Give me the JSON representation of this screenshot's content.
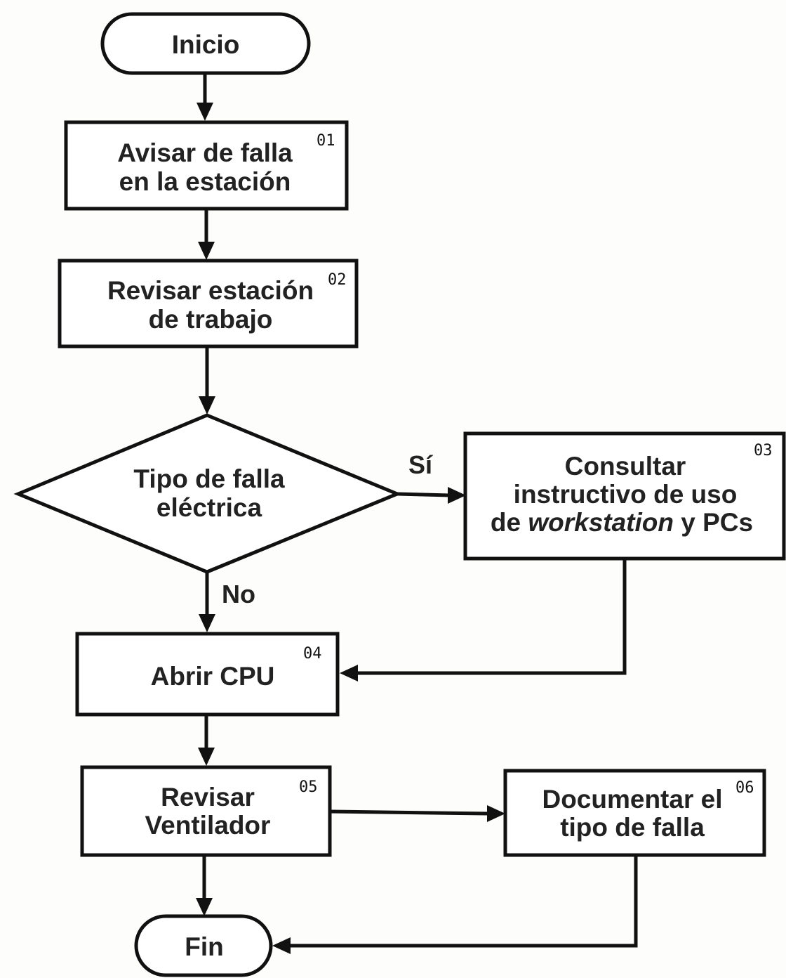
{
  "diagram": {
    "start": {
      "label": "Inicio"
    },
    "end": {
      "label": "Fin"
    },
    "steps": [
      {
        "id": "01",
        "lines": [
          "Avisar de falla",
          "en la estación"
        ]
      },
      {
        "id": "02",
        "lines": [
          "Revisar estación",
          "de trabajo"
        ]
      },
      {
        "id": "03",
        "lines": [
          "Consultar",
          "instructivo de uso"
        ],
        "line3": {
          "pre": "de ",
          "italic": "workstation",
          "post": " y PCs"
        }
      },
      {
        "id": "04",
        "lines": [
          "Abrir CPU"
        ]
      },
      {
        "id": "05",
        "lines": [
          "Revisar",
          "Ventilador"
        ]
      },
      {
        "id": "06",
        "lines": [
          "Documentar el",
          "tipo de falla"
        ]
      }
    ],
    "decision": {
      "lines": [
        "Tipo de falla",
        "eléctrica"
      ],
      "yes_label": "Sí",
      "no_label": "No"
    }
  }
}
